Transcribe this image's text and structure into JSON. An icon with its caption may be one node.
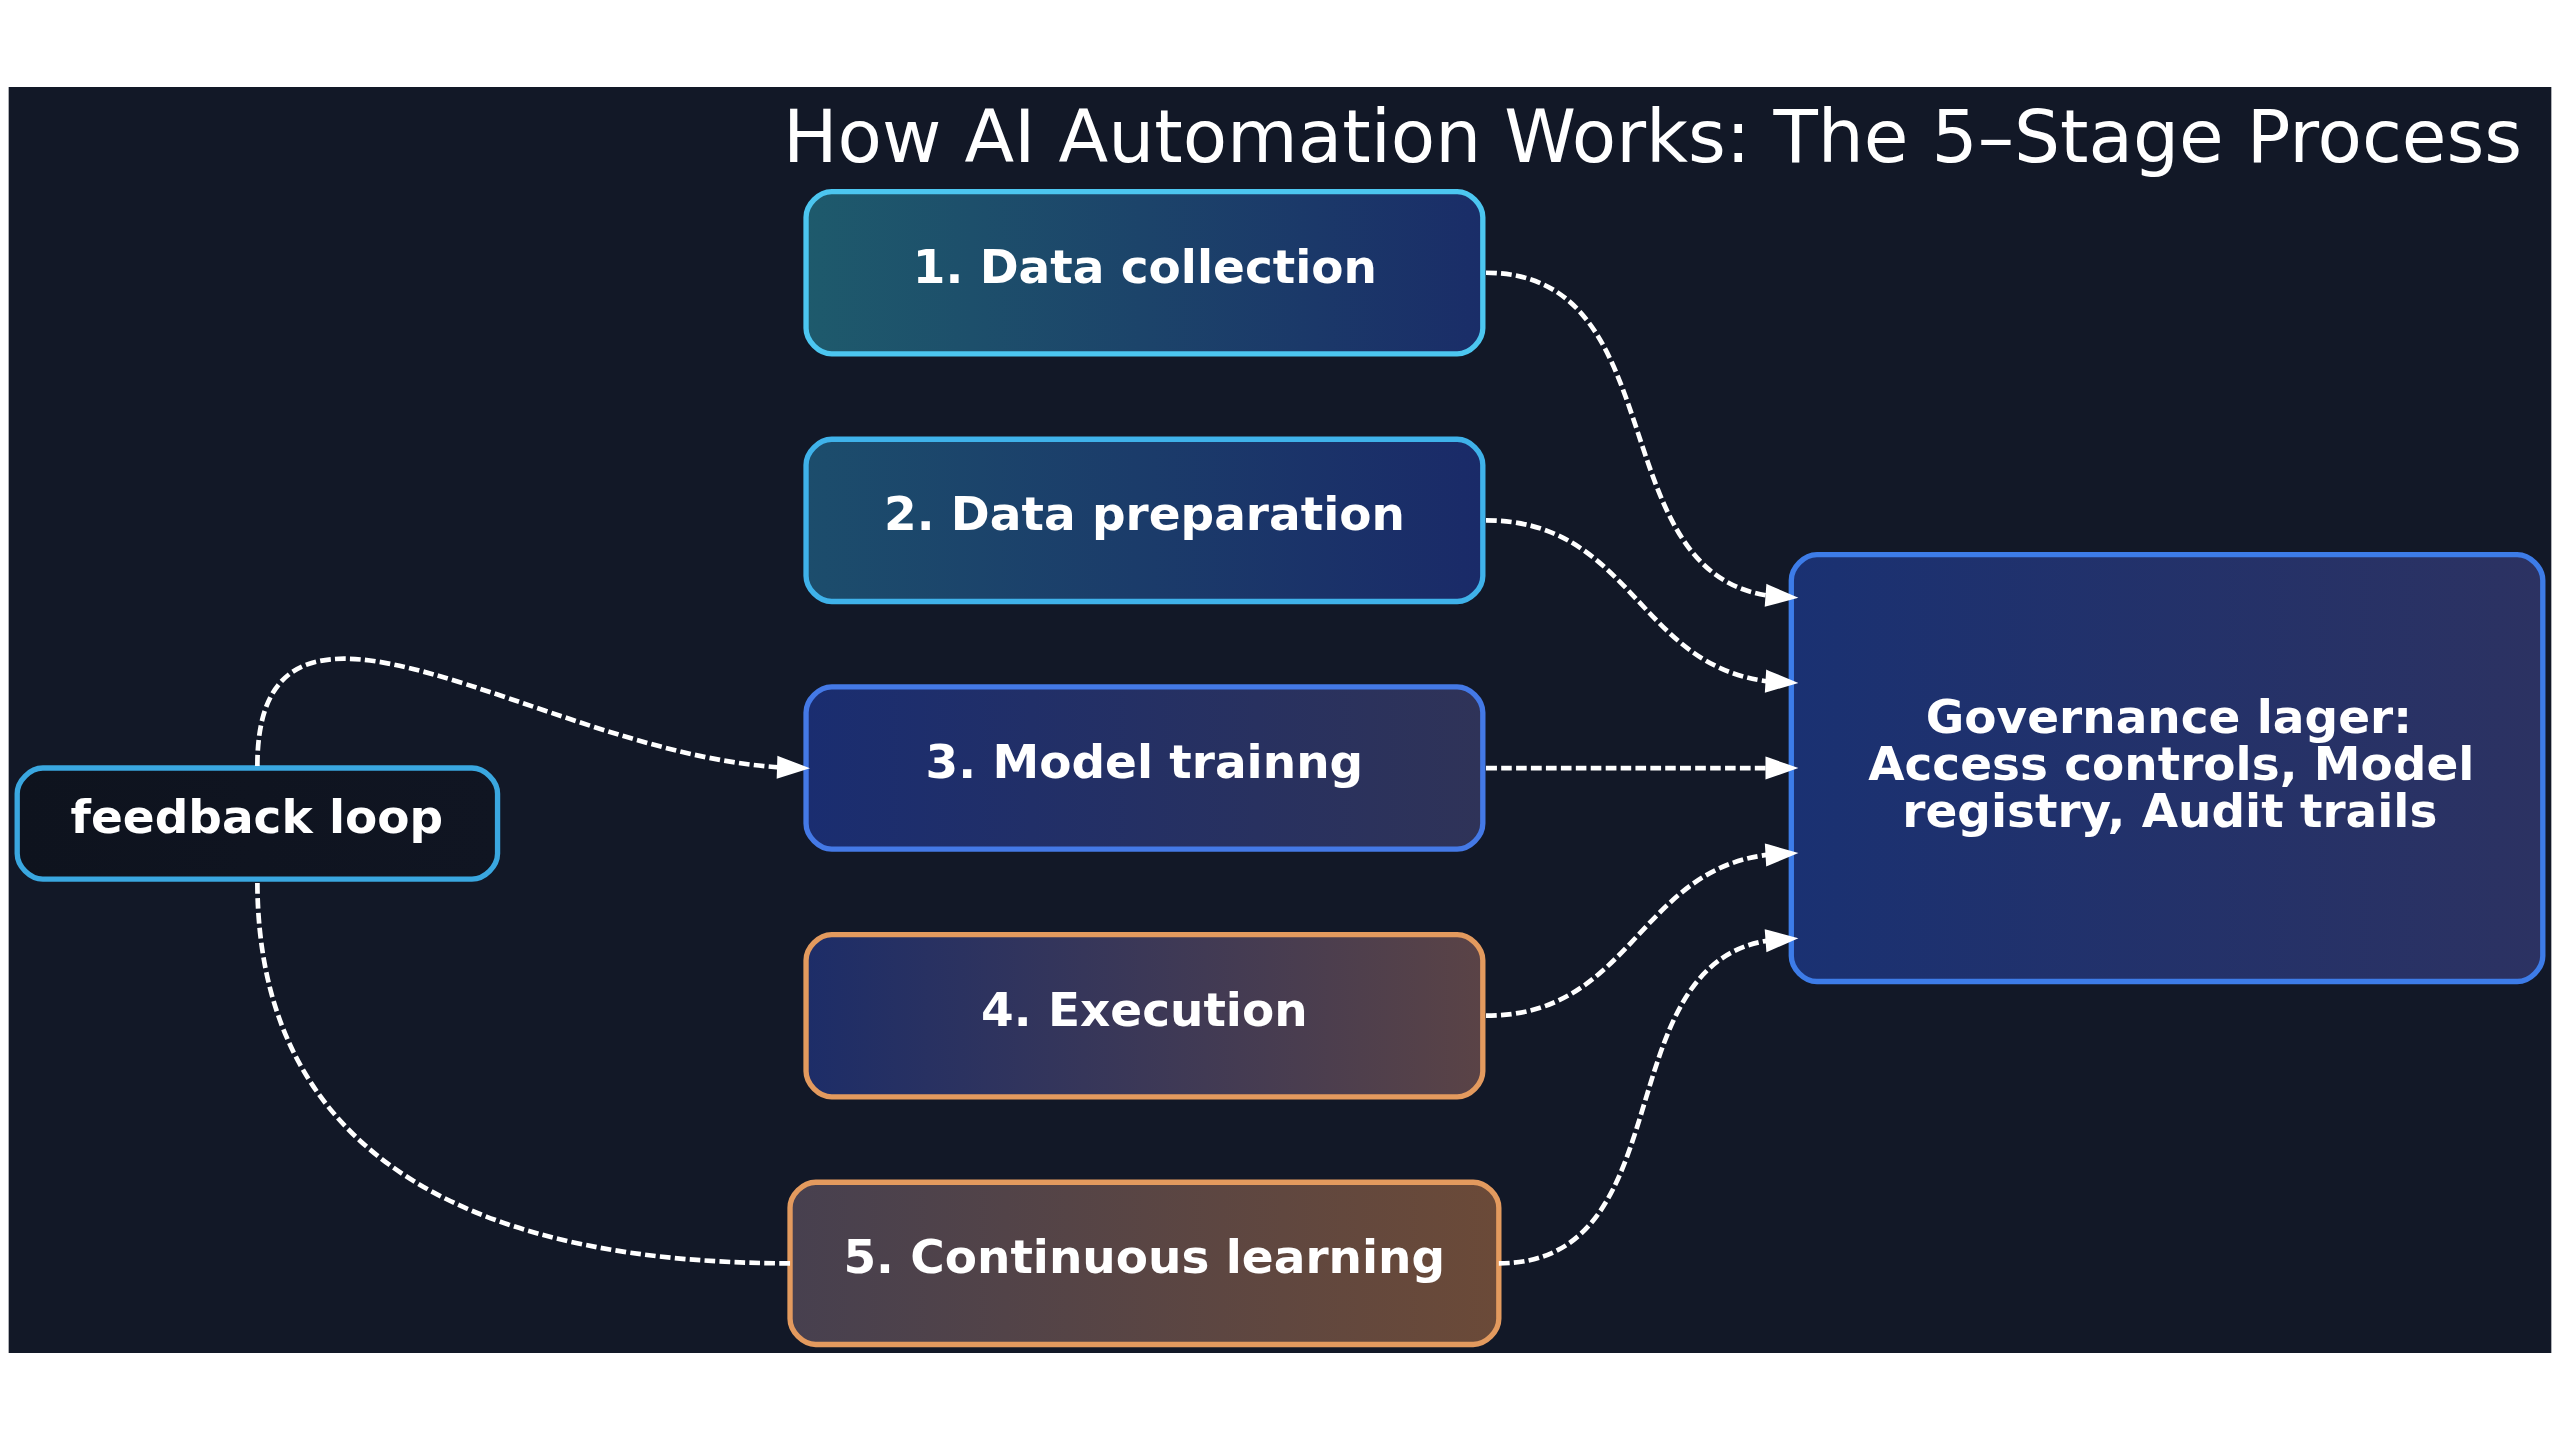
{
  "diagram": {
    "title": "How AI Automation Works: The 5–Stage Process",
    "nodes": [
      {
        "text": [
          "1. Data collection"
        ]
      },
      {
        "text": [
          "2. Data preparation"
        ]
      },
      {
        "text": [
          "3. Model trainng"
        ]
      },
      {
        "text": [
          "4. Execution"
        ]
      },
      {
        "text": [
          "5. Continuous learning"
        ]
      },
      {
        "text": [
          "Governance lager: Access controls, Model registry, Audit trails"
        ]
      },
      {
        "text": [
          "feedback loop"
        ]
      }
    ],
    "edges": [
      {
        "from": 0,
        "to": 5,
        "arrow": "to",
        "style": "dashed"
      },
      {
        "from": 1,
        "to": 5,
        "arrow": "to",
        "style": "dashed"
      },
      {
        "from": 2,
        "to": 5,
        "arrow": "to",
        "style": "dashed"
      },
      {
        "from": 3,
        "to": 5,
        "arrow": "to",
        "style": "dashed"
      },
      {
        "from": 4,
        "to": 5,
        "arrow": "to",
        "style": "dashed"
      },
      {
        "from": 4,
        "to": 6,
        "arrow": "none",
        "style": "dashed"
      },
      {
        "from": 6,
        "to": 2,
        "arrow": "to",
        "style": "dashed"
      }
    ]
  }
}
